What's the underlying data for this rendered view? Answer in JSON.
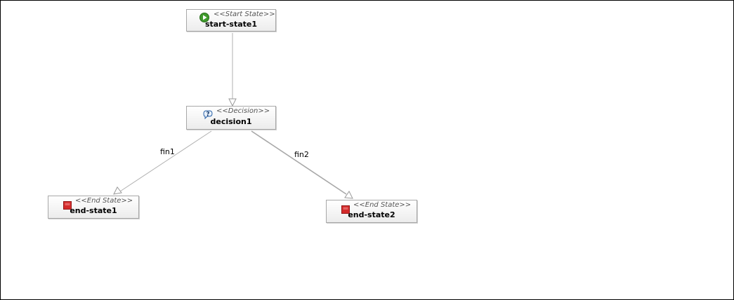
{
  "nodes": {
    "start": {
      "stereotype": "<<Start State>>",
      "name": "start-state1",
      "icon": "play-icon"
    },
    "decision": {
      "stereotype": "<<Decision>>",
      "name": "decision1",
      "icon": "question-icon"
    },
    "end1": {
      "stereotype": "<<End State>>",
      "name": "end-state1",
      "icon": "stop-icon"
    },
    "end2": {
      "stereotype": "<<End State>>",
      "name": "end-state2",
      "icon": "stop-icon"
    }
  },
  "transitions": [
    {
      "from": "start-state1",
      "to": "decision1",
      "label": ""
    },
    {
      "from": "decision1",
      "to": "end-state1",
      "label": "fin1"
    },
    {
      "from": "decision1",
      "to": "end-state2",
      "label": "fin2"
    }
  ],
  "colors": {
    "start_icon": "#3f9a2c",
    "end_icon": "#d42b2b",
    "decision_icon": "#2b63a8",
    "edge": "#b0b0b0"
  }
}
